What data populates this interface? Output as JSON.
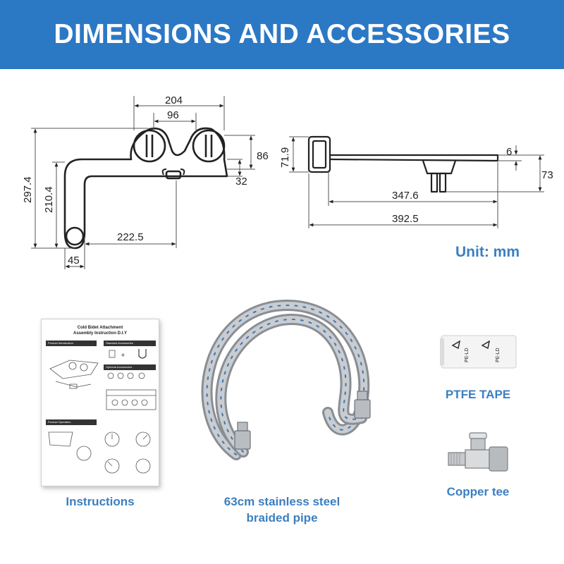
{
  "header": {
    "title": "DIMENSIONS AND ACCESSORIES"
  },
  "dimensions": {
    "top_view": [
      "204",
      "96",
      "86",
      "32",
      "297.4",
      "210.4",
      "222.5",
      "45"
    ],
    "side_view": [
      "71.9",
      "6",
      "73",
      "347.6",
      "392.5"
    ],
    "unit_label": "Unit: mm"
  },
  "accessories": {
    "instructions": {
      "caption": "Instructions",
      "manual_title": "Cold Bidet Attachment\nAssembly Instruction D.I.Y",
      "sections": [
        "Product Introduction",
        "Standard Accessories",
        "Optional Accessories",
        "Product Operation"
      ]
    },
    "pipe": {
      "caption_line1": "63cm stainless steel",
      "caption_line2": "braided pipe"
    },
    "tape": {
      "caption": "PTFE TAPE",
      "print": "PE-LD"
    },
    "tee": {
      "caption": "Copper tee"
    }
  },
  "colors": {
    "banner": "#2b78c5",
    "accent_text": "#3b7fc0",
    "line": "#222222"
  }
}
